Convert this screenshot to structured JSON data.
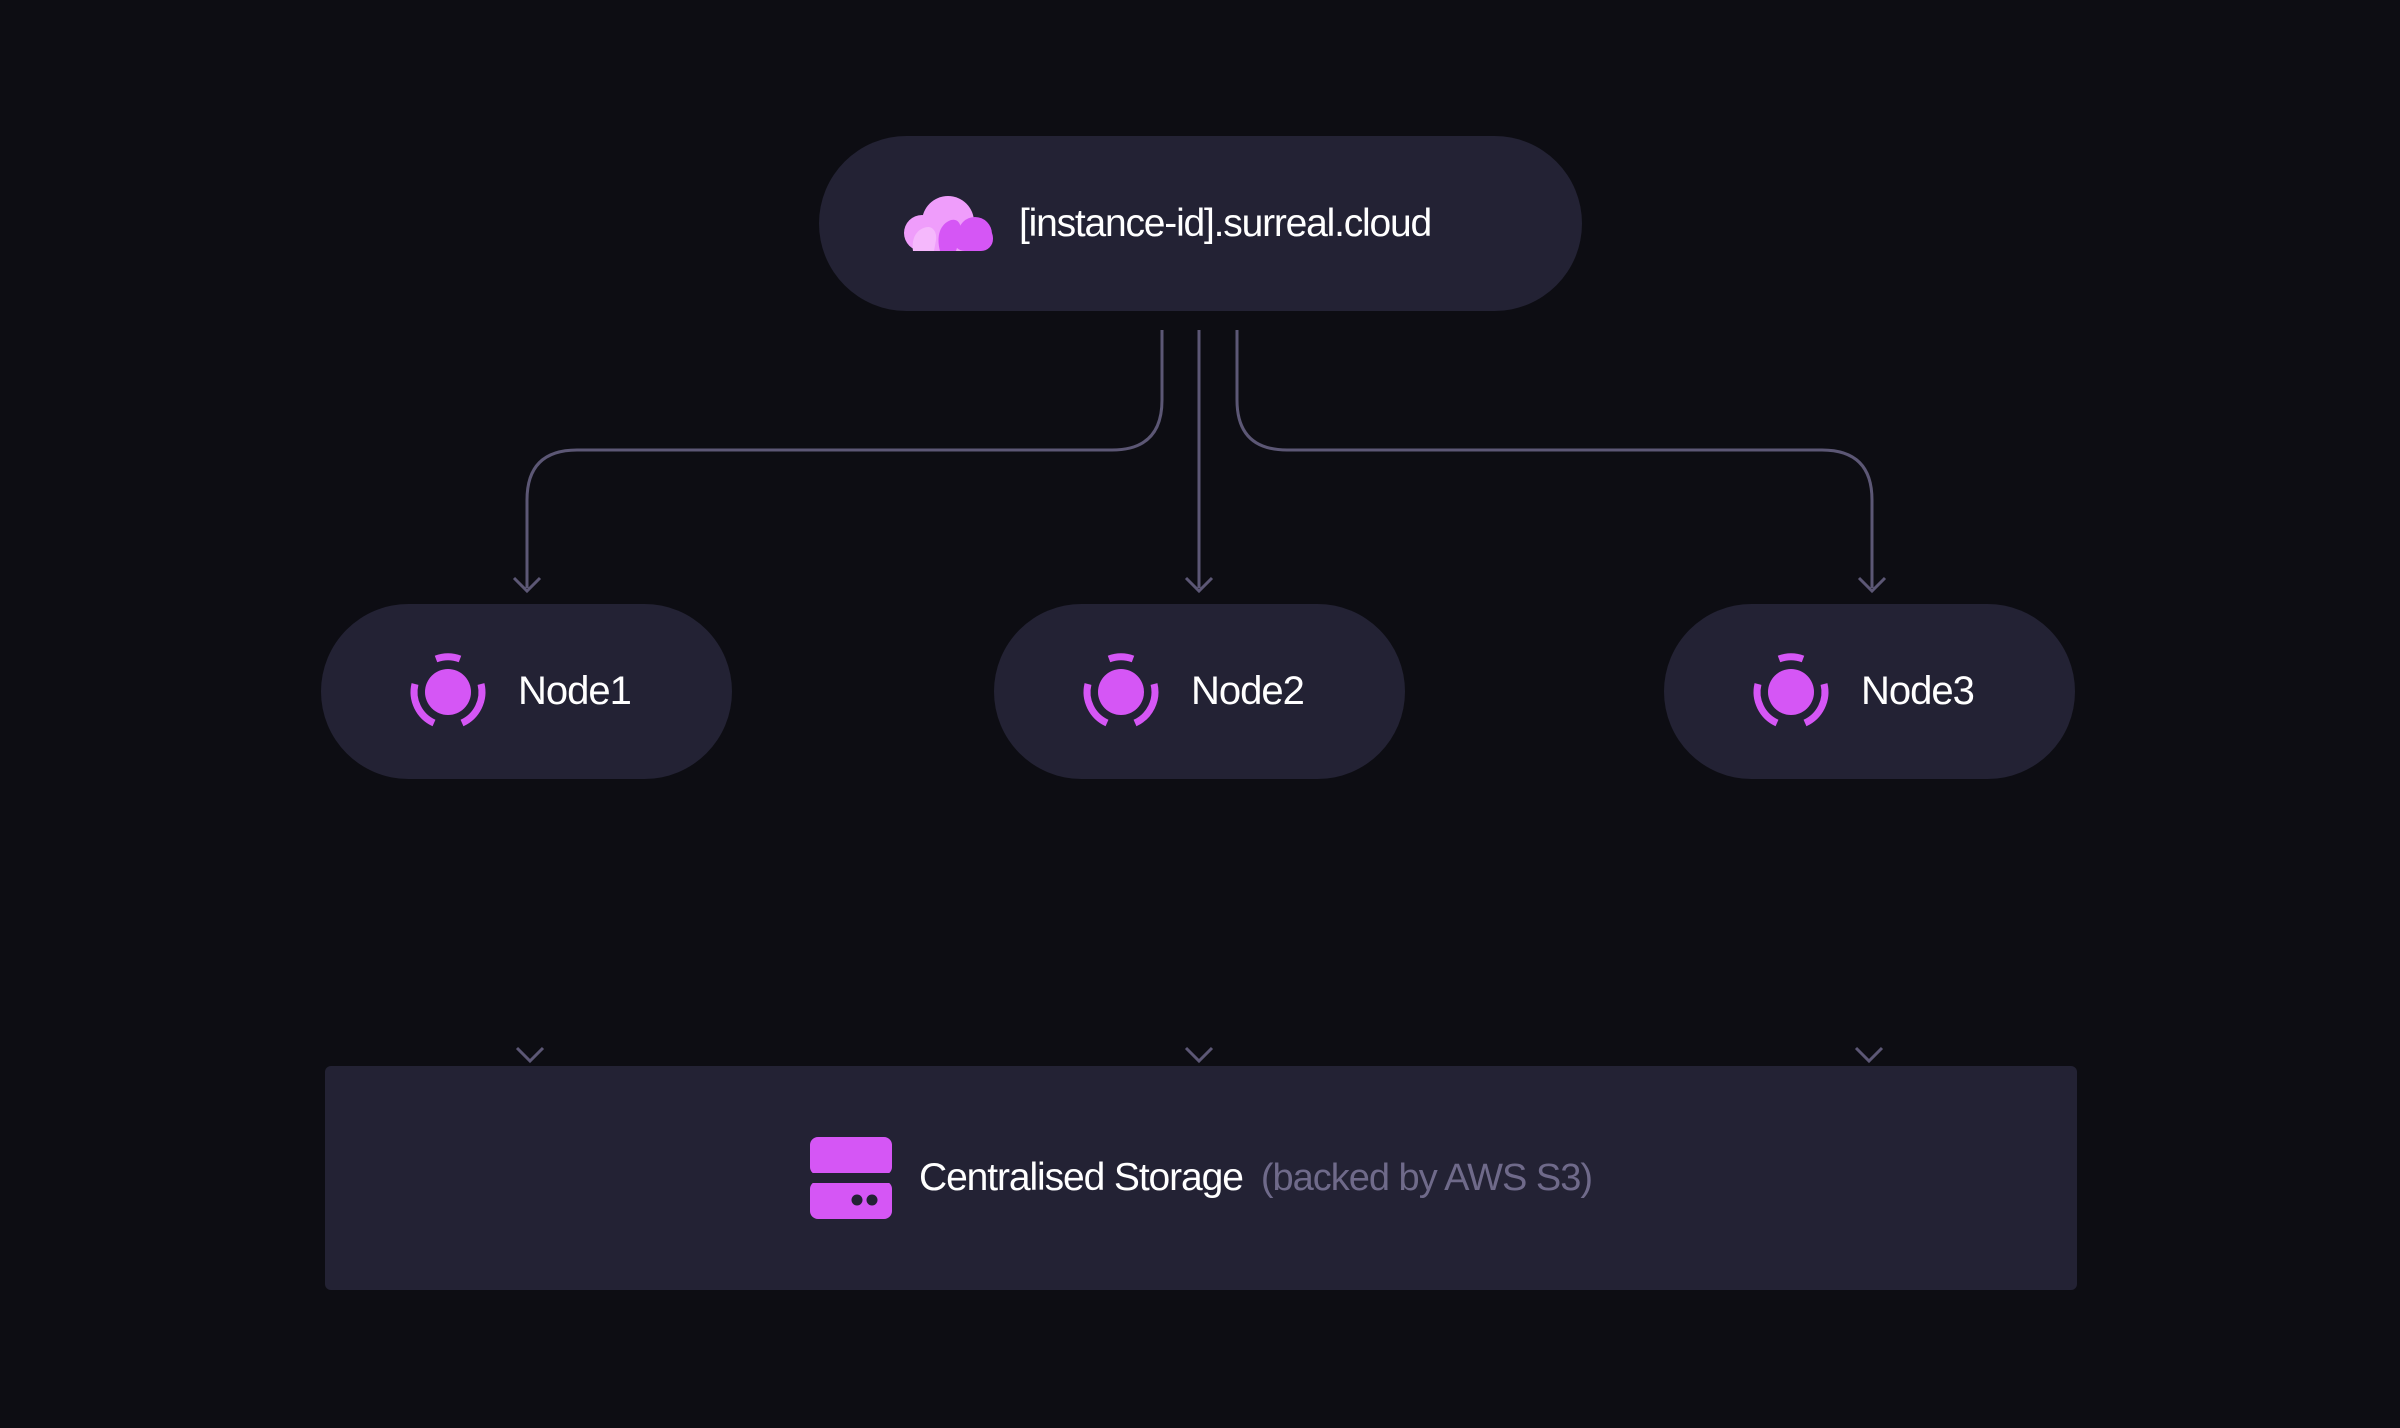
{
  "root": {
    "label": "[instance-id].surreal.cloud",
    "icon": "cloud-icon"
  },
  "nodes": [
    {
      "label": "Node1",
      "icon": "node-icon"
    },
    {
      "label": "Node2",
      "icon": "node-icon"
    },
    {
      "label": "Node3",
      "icon": "node-icon"
    }
  ],
  "storage": {
    "label": "Centralised Storage",
    "sublabel": "(backed by AWS S3)",
    "icon": "storage-server-icon"
  },
  "colors": {
    "background": "#0d0d13",
    "panel": "#232234",
    "accent": "#d556f5",
    "accent_light": "#ef9dfb",
    "connector": "#5c5775",
    "muted_text": "#6f6a8a"
  }
}
